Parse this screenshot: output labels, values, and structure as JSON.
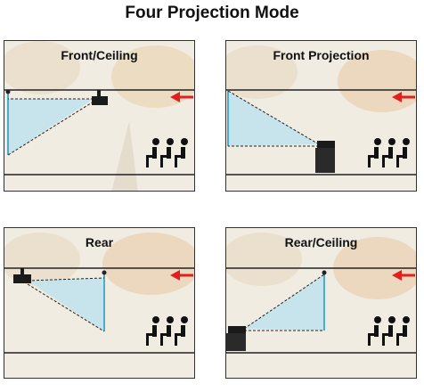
{
  "title": "Four Projection Mode",
  "panels": [
    {
      "id": "front-ceiling",
      "label": "Front/Ceiling"
    },
    {
      "id": "front-projection",
      "label": "Front Projection"
    },
    {
      "id": "rear",
      "label": "Rear"
    },
    {
      "id": "rear-ceiling",
      "label": "Rear/Ceiling"
    }
  ],
  "colors": {
    "screen_line": "#3aa6c8",
    "beam_fill": "#bfe3ee",
    "arrow": "#e02020",
    "line": "#222222",
    "projector": "#1a1a1a"
  }
}
